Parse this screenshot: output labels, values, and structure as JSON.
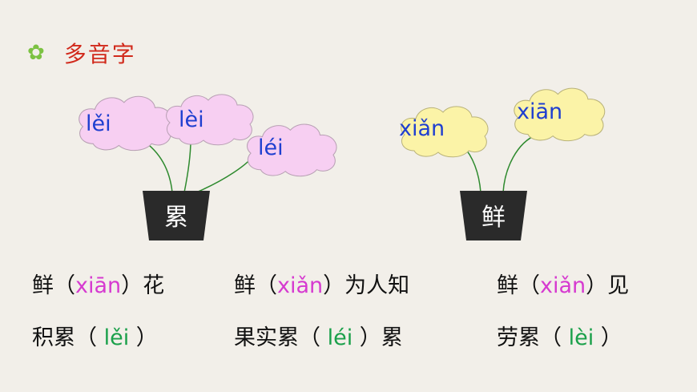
{
  "header": {
    "icon": "flower-icon",
    "title": "多音字"
  },
  "pots": [
    {
      "char": "累",
      "flowers": [
        "lěi",
        "lèi",
        "léi"
      ],
      "petal_color": "#f7cff2"
    },
    {
      "char": "鲜",
      "flowers": [
        "xiǎn",
        "xiān"
      ],
      "petal_color": "#fbf3a7"
    }
  ],
  "examples": {
    "row1": {
      "a": {
        "pre": "鲜（",
        "py": "xiān",
        "post": "）花"
      },
      "b": {
        "pre": "鲜（",
        "py": "xiǎn",
        "post": "）为人知"
      },
      "c": {
        "pre": "鲜（",
        "py": "xiǎn",
        "post": "）见"
      }
    },
    "row2": {
      "a": {
        "pre": "积累（ ",
        "py": "lěi",
        "post": " ）"
      },
      "b": {
        "pre": "果实累（ ",
        "py": "léi",
        "post": " ）累"
      },
      "c": {
        "pre": "劳累（ ",
        "py": "lèi",
        "post": " ）"
      }
    }
  },
  "colors": {
    "title": "#d12a1c",
    "pinyin_blue": "#1f3fd0",
    "answer_magenta": "#d63ad0",
    "answer_green": "#1aa04a",
    "pot": "#2a2a2a"
  }
}
